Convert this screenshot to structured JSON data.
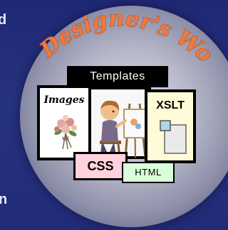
{
  "banner": {
    "text": "Designer's World"
  },
  "edge_text": {
    "top": "d",
    "bottom": "n"
  },
  "sections": {
    "templates": "Templates",
    "images": "Images",
    "xslt": "XSLT",
    "css": "CSS",
    "html": "HTML"
  },
  "icons": {
    "flower": "flower-bouquet-icon",
    "artist": "painter-at-easel-icon",
    "document": "xml-document-icon"
  },
  "colors": {
    "background": "#222a73",
    "banner_text": "#f0793d",
    "css_badge": "#ffd2dd",
    "html_badge": "#d9ffd8",
    "xslt_panel": "#fffbd8"
  }
}
